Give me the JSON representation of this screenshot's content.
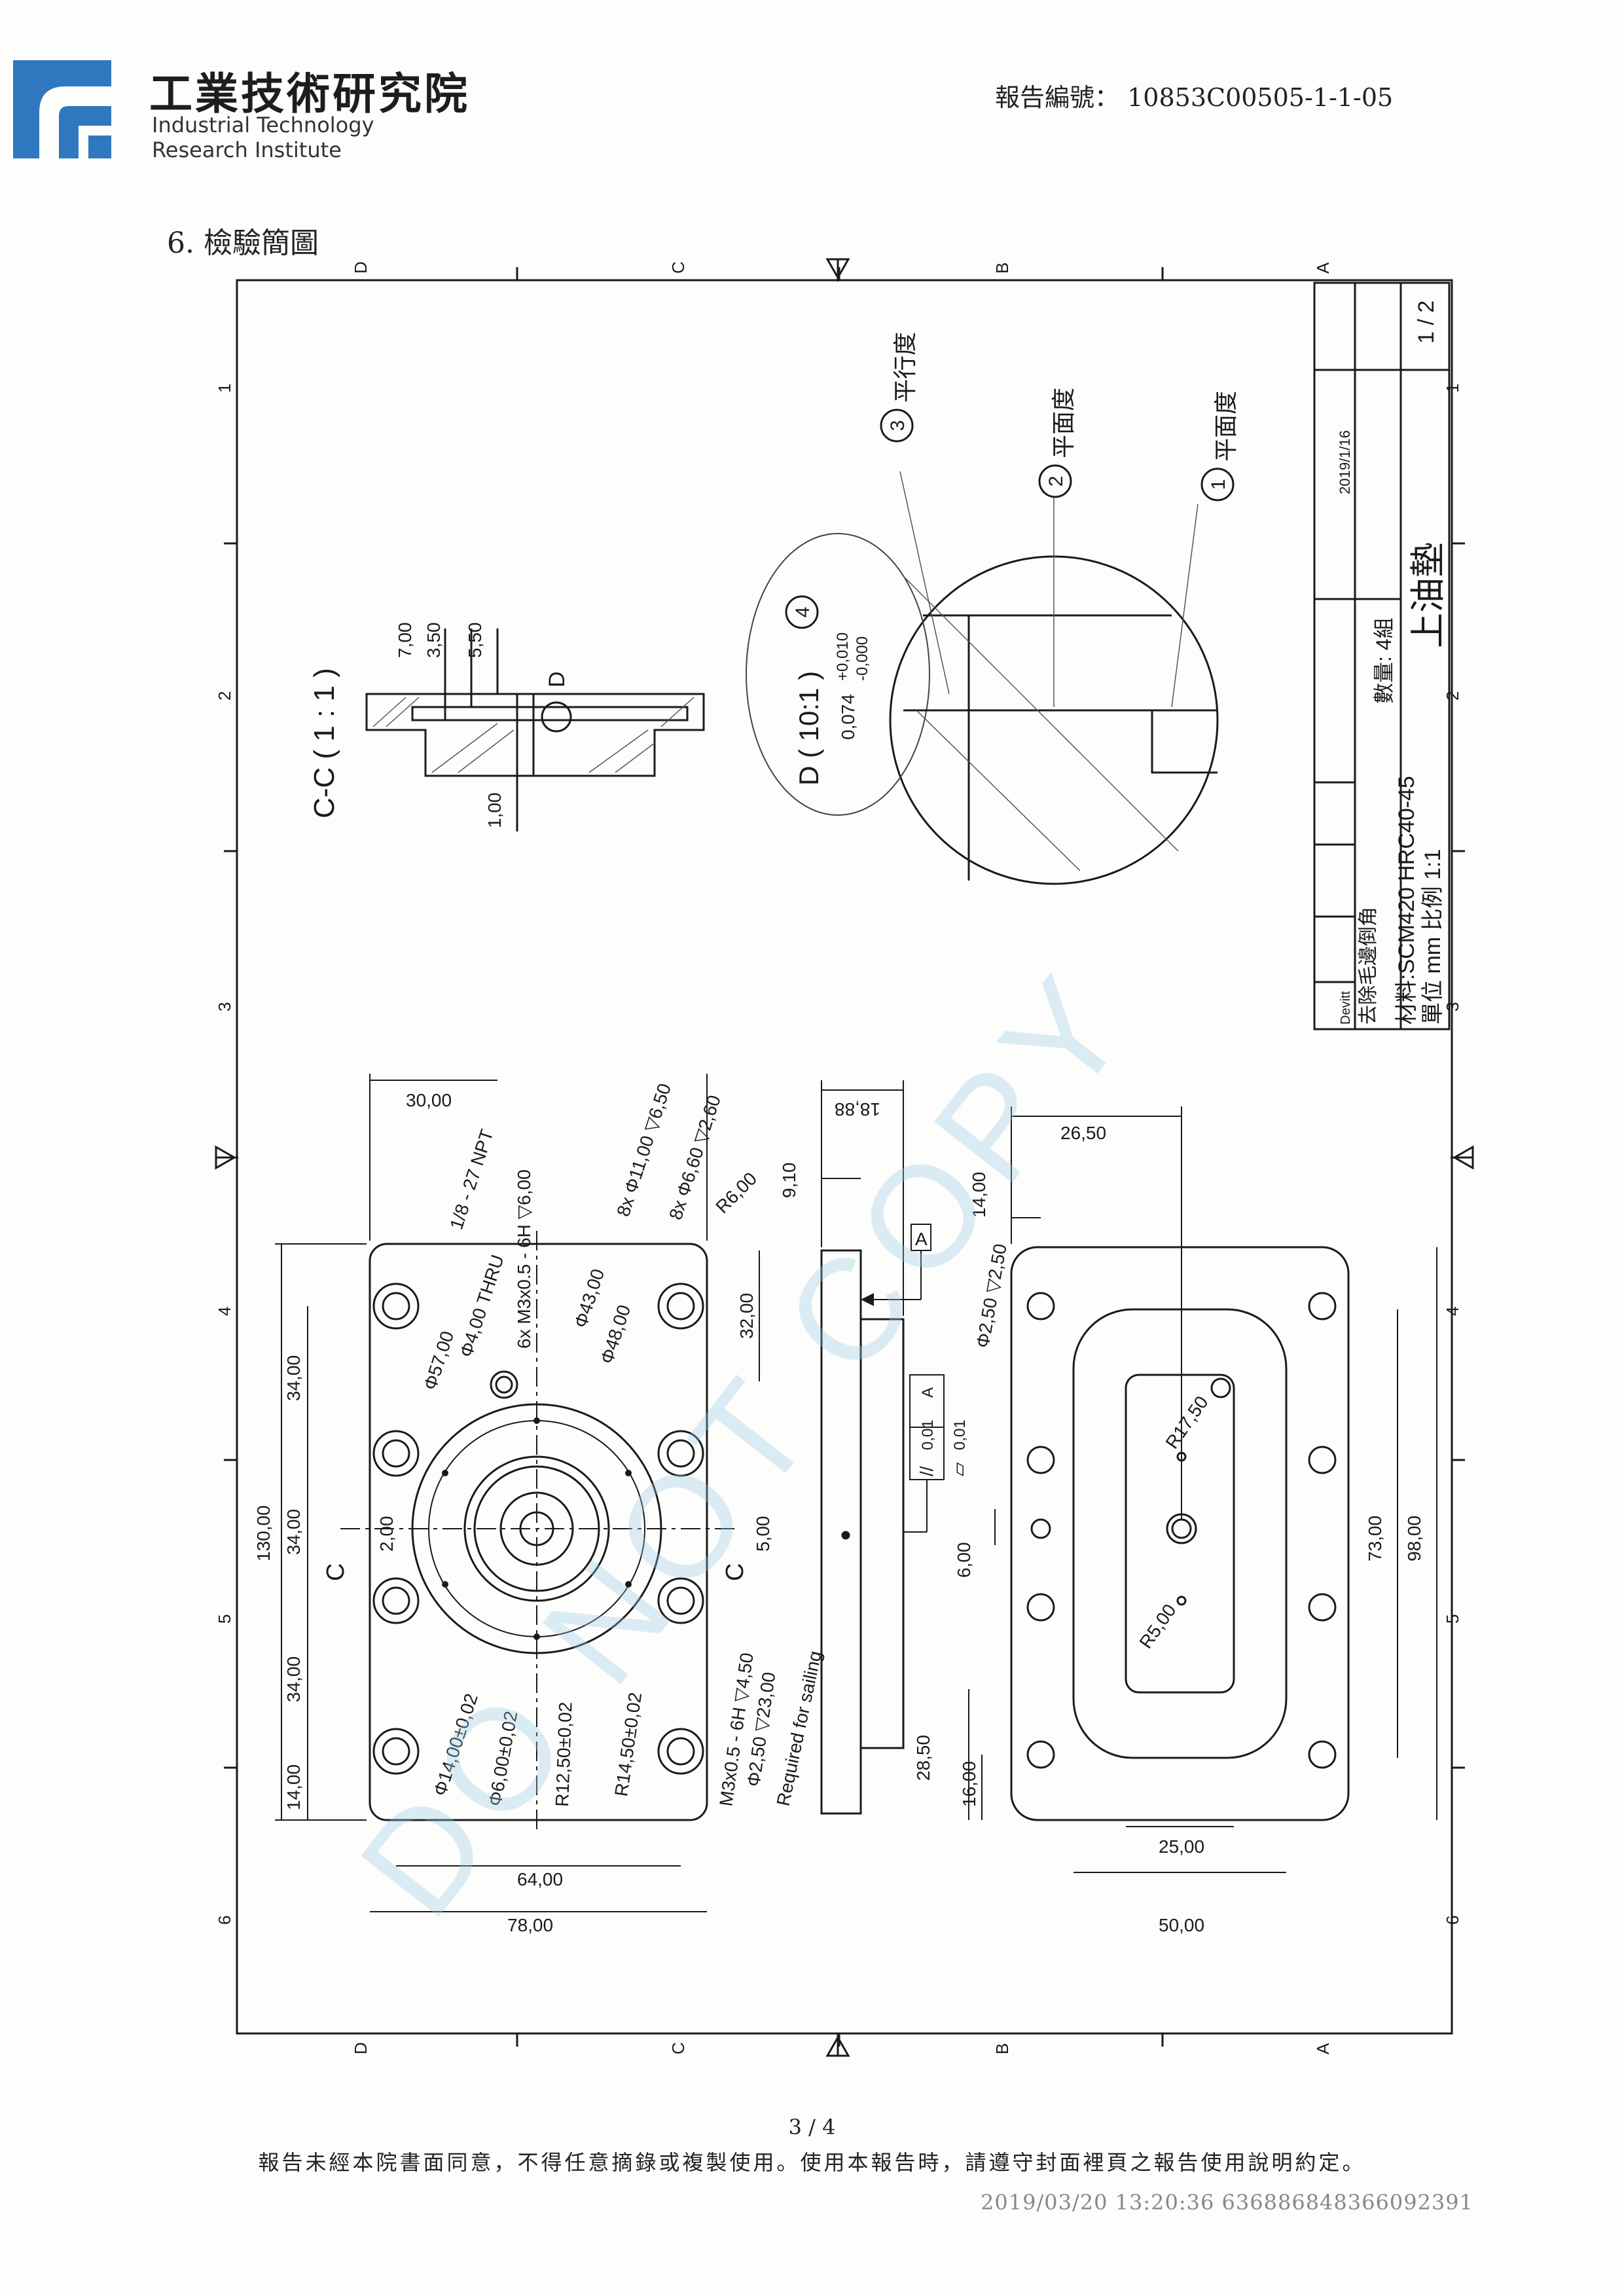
{
  "header": {
    "org_name_cn": "工業技術研究院",
    "org_name_en_line1": "Industrial Technology",
    "org_name_en_line2": "Research Institute",
    "report_number_label": "報告編號：",
    "report_number": "10853C00505-1-1-05"
  },
  "section_title": "6.  檢驗簡圖",
  "drawing": {
    "frame_letters": [
      "D",
      "C",
      "B",
      "A"
    ],
    "frame_numbers": [
      "1",
      "2",
      "3",
      "4",
      "5",
      "6"
    ],
    "section_view_label": "C-C ( 1 : 1 )",
    "detail_view_label": "D ( 10:1 )",
    "detail_callout": "D",
    "section_cut_label": "C",
    "section_dims": [
      "7,00",
      "3,50",
      "5,50",
      "1,00"
    ],
    "detail_tolerance_top": "+0,010",
    "detail_tolerance_bottom": "-0,000",
    "detail_base_dim": "0,074",
    "balloons": [
      {
        "num": "3",
        "text": "平行度"
      },
      {
        "num": "2",
        "text": "平面度"
      },
      {
        "num": "1",
        "text": "平面度"
      },
      {
        "num": "4",
        "text": ""
      }
    ],
    "front_view_dims": {
      "width_top": "30,00",
      "npt": "1/8 - 27 NPT",
      "thru": "Φ4,00 THRU",
      "m3_top": "6x M3x0.5 - 6H ▽6,00",
      "cbore": "8x Φ11,00 ▽6,50",
      "hole8": "8x Φ6,60 ▽2,60",
      "r6": "R6,00",
      "d57": "Φ57,00",
      "d43": "Φ43,00",
      "d48": "Φ48,00",
      "d32": "32,00",
      "h34a": "34,00",
      "h34b": "34,00",
      "h34c": "34,00",
      "h14": "14,00",
      "h130": "130,00",
      "d200": "2,00",
      "d500": "5,00",
      "d14": "Φ14,00±0,02",
      "d6": "Φ6,00±0,02",
      "r125": "R12,50±0,02",
      "r145": "R14,50±0,02",
      "m3_bottom_1": "M3x0.5 - 6H ▽4,50",
      "m3_bottom_2": "Φ2,50 ▽23,00",
      "m3_bottom_3": "Required for sailing",
      "w64": "64,00",
      "w78": "78,00"
    },
    "side_view_dims": {
      "t1888": "18,88",
      "t910": "9,10",
      "datum": "A",
      "parallel_sym": "//",
      "parallel_val": "0,01",
      "parallel_ref": "A",
      "flat_sym": "▱",
      "flat_val": "0,01"
    },
    "bottom_view_dims": {
      "w2650": "26,50",
      "h1400": "14,00",
      "hole": "Φ2,50 ▽2,50",
      "r1750": "R17,50",
      "r500": "R5,00",
      "h600": "6,00",
      "h2850": "28,50",
      "h1600": "16,00",
      "h7300": "73,00",
      "h9800": "98,00",
      "w2500": "25,00",
      "w5000": "50,00"
    },
    "title_block": {
      "part_name": "上油墊",
      "sheet": "1 / 2",
      "date": "2019/1/16",
      "designer": "Devitt",
      "quantity": "數量: 4組",
      "note": "去除毛邊倒角",
      "material": "材料:SCM420 HRC40-45",
      "unit": "單位 mm  比例 1:1"
    },
    "watermark": "DO NOT COPY"
  },
  "footer": {
    "page_number": "3 / 4",
    "notice": "報告未經本院書面同意，不得任意摘錄或複製使用。使用本報告時，請遵守封面裡頁之報告使用說明約定。",
    "timestamp": "2019/03/20 13:20:36 636886848366092391"
  }
}
